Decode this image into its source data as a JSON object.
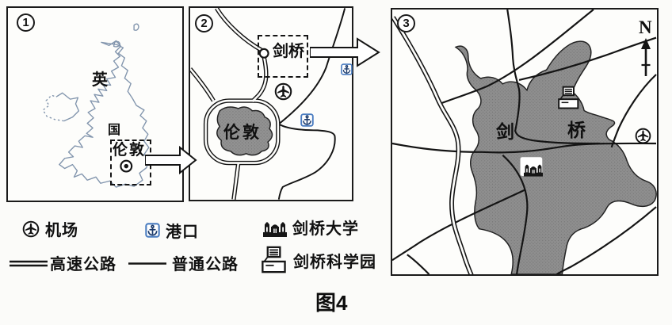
{
  "figure": {
    "caption": "图4"
  },
  "panels": [
    {
      "number": "1",
      "labels": {
        "country_top": "英",
        "country_bottom": "国",
        "city": "伦敦"
      }
    },
    {
      "number": "2",
      "labels": {
        "cambridge": "剑桥",
        "london": "伦敦"
      }
    },
    {
      "number": "3",
      "labels": {
        "city_left": "剑",
        "city_right": "桥",
        "compass": "N"
      }
    }
  ],
  "legend": {
    "items": [
      {
        "icon": "airport-icon",
        "label": "机场"
      },
      {
        "icon": "port-icon",
        "label": "港口"
      },
      {
        "icon": "university-icon",
        "label": "剑桥大学"
      },
      {
        "icon": "expressway-line",
        "label": "高速公路"
      },
      {
        "icon": "ordinary-road-line",
        "label": "普通公路"
      },
      {
        "icon": "science-park-icon",
        "label": "剑桥科学园"
      }
    ]
  },
  "colors": {
    "urban_area_gray": "#8f8f8f",
    "port_blue": "#4a7cc0",
    "anchor_navy": "#1b3a6b",
    "uk_outline_blue": "#8295ad",
    "ink": "#1a1a1a"
  }
}
